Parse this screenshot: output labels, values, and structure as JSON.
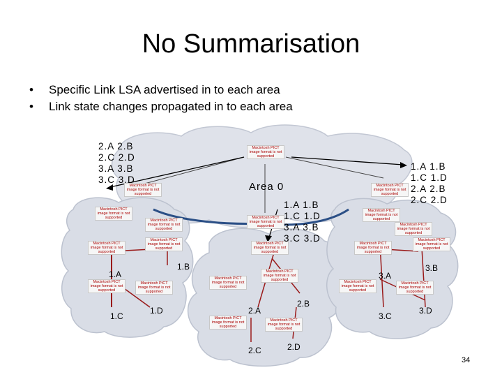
{
  "slide": {
    "title": "No Summarisation",
    "bullets": [
      "Specific Link LSA advertised in to each area",
      "Link state changes propagated in to each area"
    ],
    "page_number": "34"
  },
  "diagram": {
    "area0_label": "Area 0",
    "lsa_left": "2.A 2.B\n2.C 2.D\n3.A 3.B\n3.C 3.D",
    "lsa_right": "1.A 1.B\n1.C 1.D\n2.A 2.B\n2.C 2.D",
    "lsa_center": "1.A 1.B\n1.C 1.D\n3.A 3.B\n3.C 3.D",
    "routers": {
      "r1a": "1.A",
      "r1b": "1.B",
      "r1c": "1.C",
      "r1d": "1.D",
      "r2a": "2.A",
      "r2b": "2.B",
      "r2c": "2.C",
      "r2d": "2.D",
      "r3a": "3.A",
      "r3b": "3.B",
      "r3c": "3.C",
      "r3d": "3.D"
    },
    "placeholder_text": "Macintosh PICT image format is not supported",
    "colors": {
      "cloud": "#d9dde6",
      "cloud_edge": "#b9bfcc",
      "link_red": "#9a1a1a",
      "backbone_blue": "#2b4f86"
    }
  }
}
